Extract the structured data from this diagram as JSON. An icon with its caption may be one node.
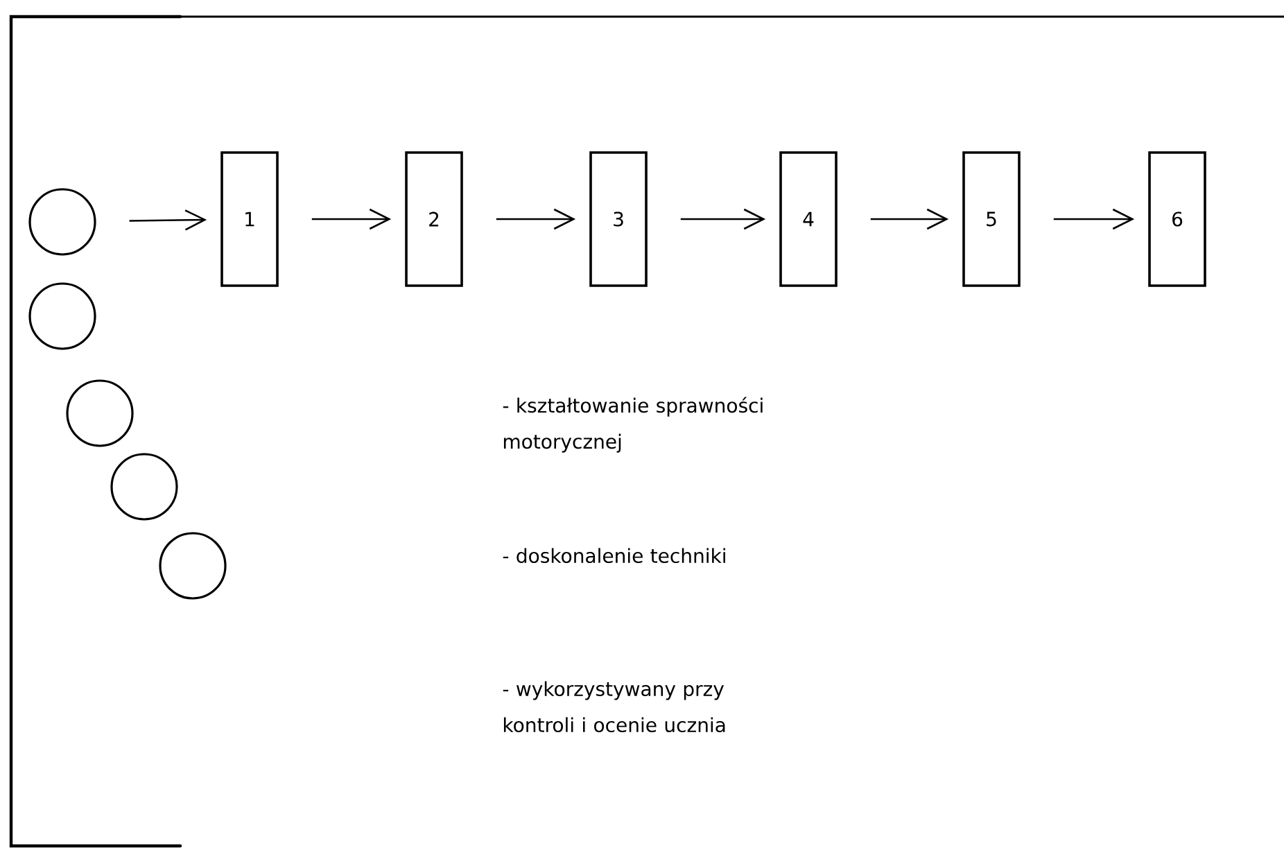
{
  "diagram": {
    "nodes": [
      {
        "text": [],
        "shape": "circle"
      },
      {
        "text": [
          "1"
        ]
      },
      {
        "text": [
          "2"
        ]
      },
      {
        "text": [
          "3"
        ]
      },
      {
        "text": [
          "4"
        ]
      },
      {
        "text": [
          "5"
        ]
      },
      {
        "text": [
          "6"
        ]
      },
      {
        "text": [],
        "shape": "circle"
      },
      {
        "text": [],
        "shape": "circle"
      },
      {
        "text": [],
        "shape": "circle"
      },
      {
        "text": [],
        "shape": "circle"
      }
    ],
    "edges": [
      {
        "from": 0,
        "to": 1,
        "arrow": "to"
      },
      {
        "from": 1,
        "to": 2,
        "arrow": "to"
      },
      {
        "from": 2,
        "to": 3,
        "arrow": "to"
      },
      {
        "from": 3,
        "to": 4,
        "arrow": "to"
      },
      {
        "from": 4,
        "to": 5,
        "arrow": "to"
      },
      {
        "from": 5,
        "to": 6,
        "arrow": "to"
      }
    ],
    "labels": [
      "- kształtowanie sprawności motorycznej",
      "- doskonalenie techniki",
      "- wykorzystywany przy kontroli i ocenie ucznia"
    ]
  }
}
